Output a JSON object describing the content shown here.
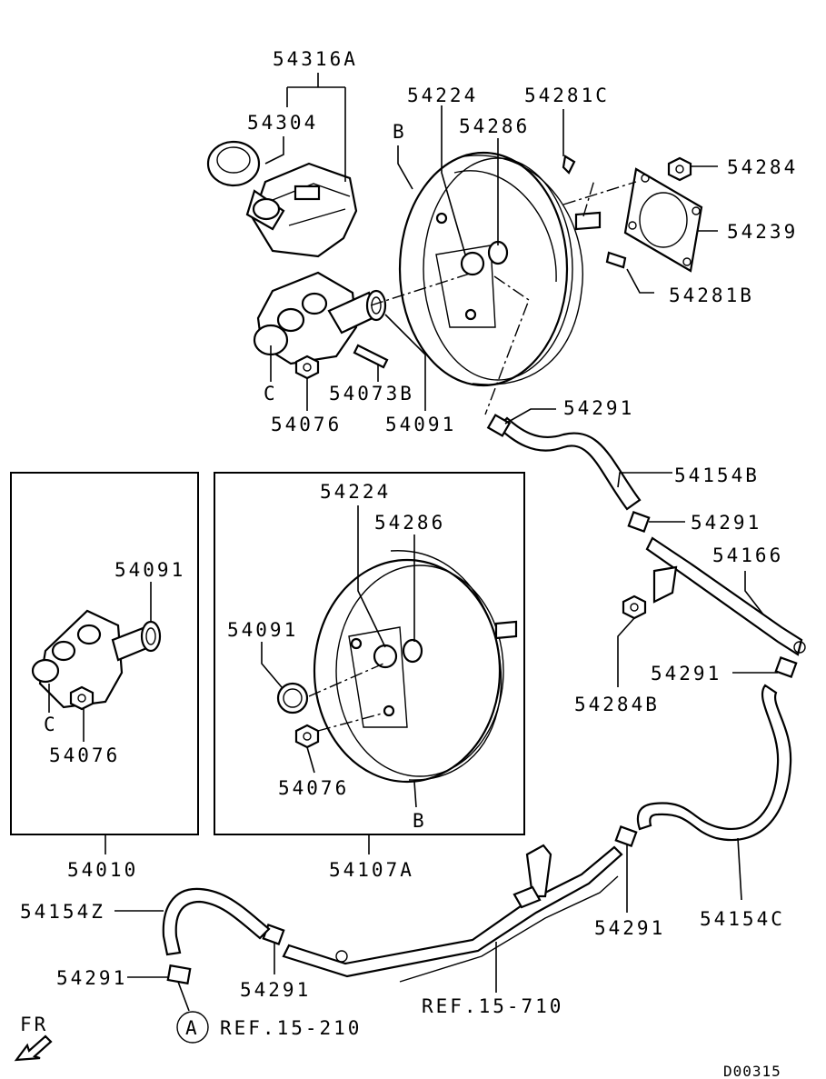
{
  "diagram_code": "D00315",
  "front_marker": "FR",
  "labels": {
    "p54316A": "54316A",
    "p54304": "54304",
    "p54224_top": "54224",
    "p54281C": "54281C",
    "p54286_top": "54286",
    "b_top": "B",
    "p54284": "54284",
    "p54239": "54239",
    "p54281B": "54281B",
    "c_top": "C",
    "p54073B": "54073B",
    "p54076_top": "54076",
    "p54091_top": "54091",
    "p54291_a": "54291",
    "p54154B": "54154B",
    "p54291_b": "54291",
    "p54166": "54166",
    "p54224_box": "54224",
    "p54286_box": "54286",
    "p54091_box": "54091",
    "p54091_left": "54091",
    "c_left": "C",
    "p54076_left": "54076",
    "p54076_box": "54076",
    "b_box": "B",
    "p54284B": "54284B",
    "p54291_c": "54291",
    "p54010": "54010",
    "p54107A": "54107A",
    "p54154Z": "54154Z",
    "p54291_d": "54291",
    "p54154C": "54154C",
    "p54291_e": "54291",
    "p54291_f": "54291",
    "ref_15_710": "REF.15-710",
    "circle_a": "A",
    "ref_15_210": "REF.15-210"
  }
}
